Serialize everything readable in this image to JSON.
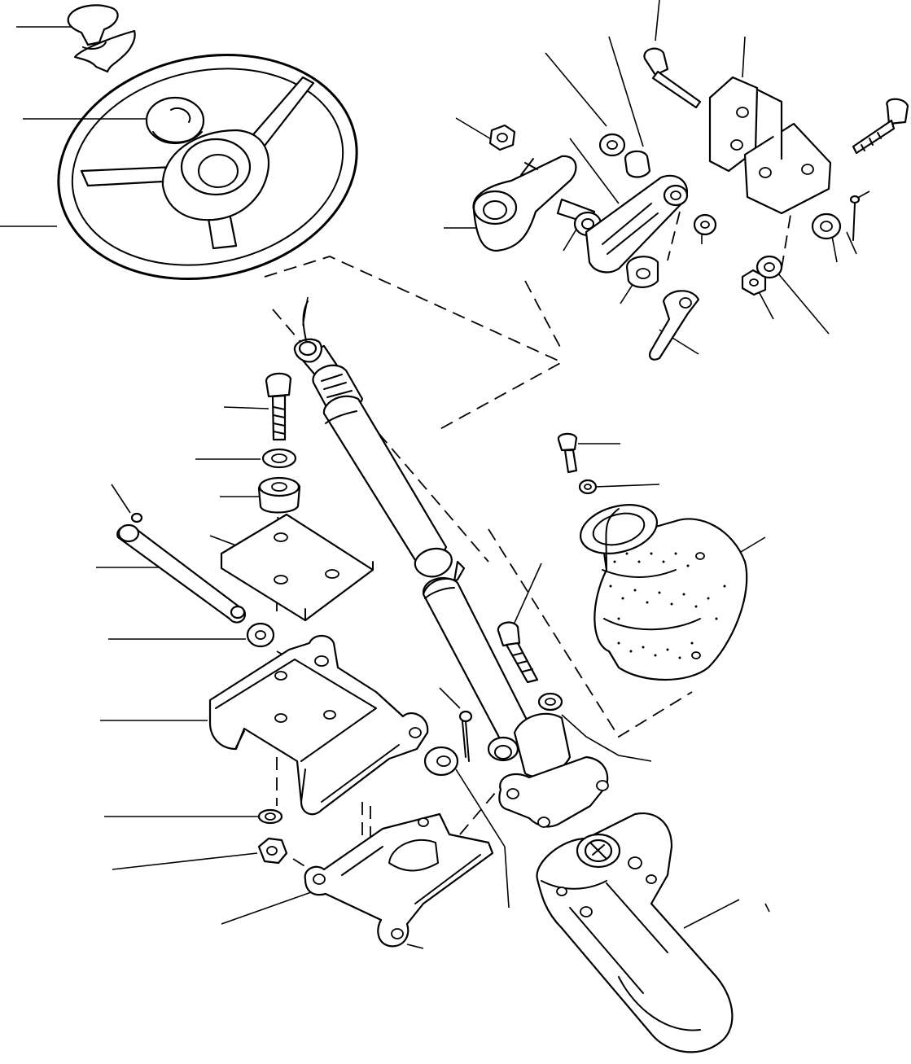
{
  "diagram": {
    "parts": [
      {
        "id": "steering-knob",
        "icon": "knob-icon"
      },
      {
        "id": "horn-cap",
        "icon": "horn-cap-icon"
      },
      {
        "id": "steering-wheel",
        "icon": "steering-wheel-icon"
      },
      {
        "id": "steering-shaft",
        "icon": "shaft-icon"
      },
      {
        "id": "tilt-clamp",
        "icon": "clamp-icon"
      },
      {
        "id": "tilt-bracket",
        "icon": "bracket-icon"
      },
      {
        "id": "tilt-lever",
        "icon": "lever-icon"
      },
      {
        "id": "mounting-plate",
        "icon": "plate-icon"
      },
      {
        "id": "pivot-pin",
        "icon": "pin-icon"
      },
      {
        "id": "column-bracket",
        "icon": "bracket-icon"
      },
      {
        "id": "dust-boot",
        "icon": "boot-icon"
      },
      {
        "id": "steering-gear-box",
        "icon": "gearbox-icon"
      },
      {
        "id": "base-bracket",
        "icon": "bracket-icon"
      }
    ]
  }
}
